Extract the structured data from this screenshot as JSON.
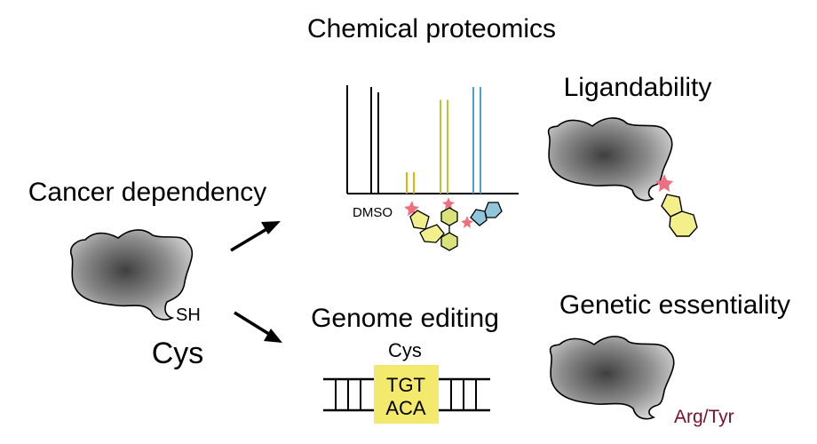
{
  "title": "Chemical proteomics",
  "left": {
    "heading": "Cancer dependency",
    "thiol": "SH",
    "residue": "Cys"
  },
  "top_right": {
    "heading": "Ligandability"
  },
  "bottom_middle": {
    "heading": "Genome editing",
    "codon_label": "Cys",
    "codon_top": "TGT",
    "codon_bottom": "ACA"
  },
  "bottom_right": {
    "heading": "Genetic essentiality",
    "mutation": "Arg/Tyr"
  },
  "spectrum": {
    "control_label": "DMSO",
    "series": [
      {
        "name": "DMSO",
        "color": "#000000",
        "levels": [
          1.0,
          0.95
        ]
      },
      {
        "name": "compound-yellow",
        "color": "#e6b400",
        "levels": [
          0.2,
          0.2
        ]
      },
      {
        "name": "compound-green",
        "color": "#b7c832",
        "levels": [
          0.88,
          0.88
        ]
      },
      {
        "name": "compound-blue",
        "color": "#4a9fd8",
        "levels": [
          1.0,
          1.0
        ]
      }
    ]
  },
  "colors": {
    "protein_dark": "#3c3c3c",
    "protein_light": "#d6d6d6",
    "probe_fill": "#f3ef8a",
    "probe_blue": "#8fc6dc",
    "warhead_star": "#ef6f7e",
    "codon_box": "#f2e96d",
    "mutation_text": "#7a1030"
  },
  "icons": [
    "protein-blob-icon",
    "arrow-icon",
    "warhead-star-icon",
    "hexagon-ring-icon",
    "dna-duplex-icon"
  ]
}
